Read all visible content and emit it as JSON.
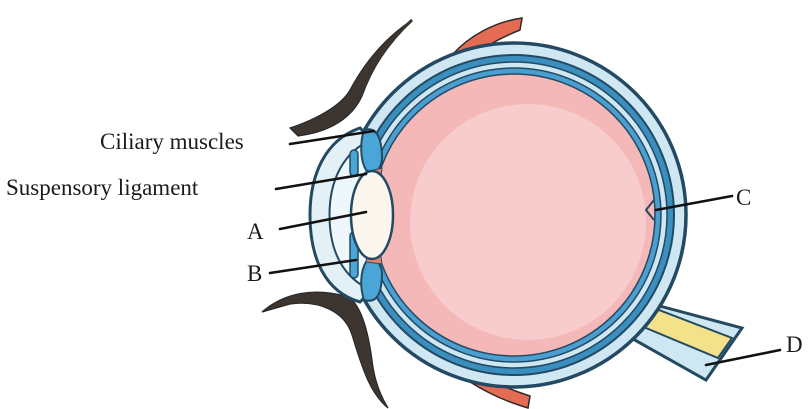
{
  "diagram": {
    "labels": {
      "ciliary_muscles": "Ciliary muscles",
      "suspensory_ligament": "Suspensory ligament",
      "a": "A",
      "b": "B",
      "c": "C",
      "d": "D"
    },
    "colors": {
      "sclera_outline": "#244a63",
      "sclera_fill": "#cfe7f2",
      "choroid": "#3a8fbf",
      "retina_blue": "#4a9fd0",
      "vitreous": "#f4b8b8",
      "vitreous_center": "#f8cccc",
      "iris": "#4aa6d6",
      "lens": "#fbf6ee",
      "cornea_fill": "#e3f1f7",
      "eyelid": "#3d3530",
      "muscle": "#e46b54",
      "optic_nerve": "#f4e28a",
      "suspensory": "#e5836b"
    }
  }
}
